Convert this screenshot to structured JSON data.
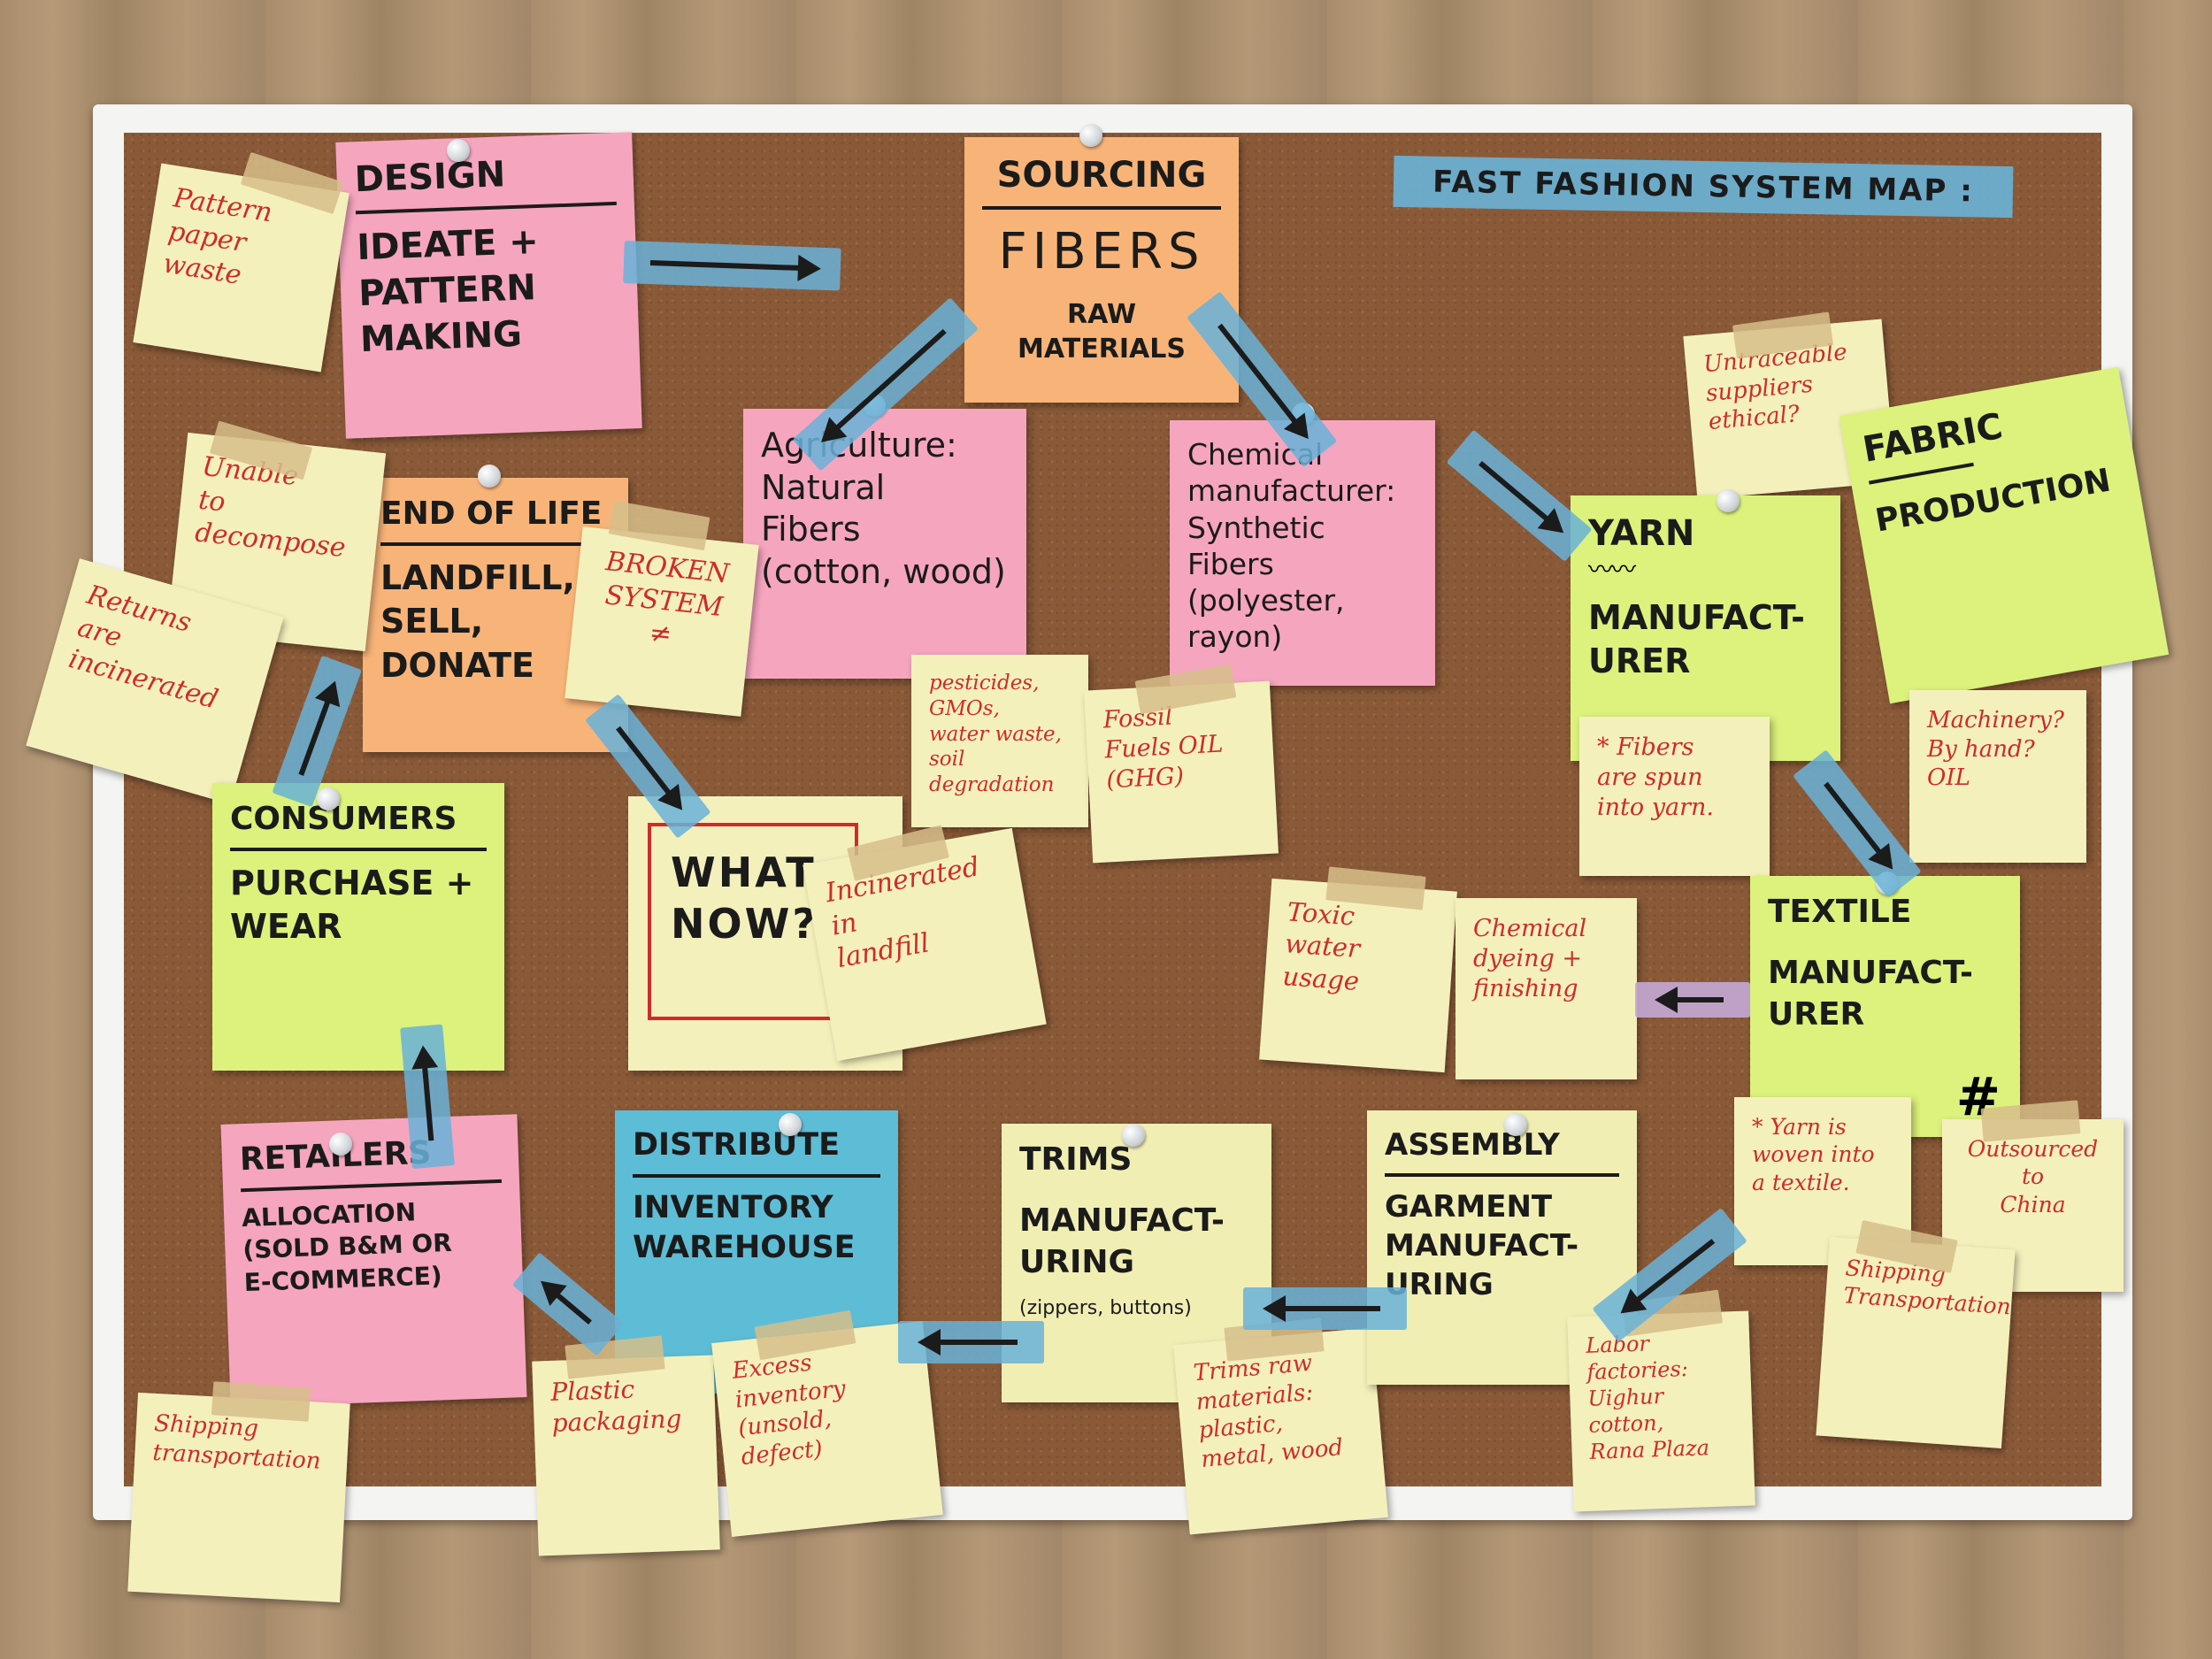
{
  "board_title": "FAST FASHION SYSTEM MAP :",
  "notes": {
    "design": {
      "title": "DESIGN",
      "body": "IDEATE +\nPATTERN\nMAKING"
    },
    "pattern_waste": {
      "text": "Pattern\npaper\nwaste"
    },
    "sourcing": {
      "title": "SOURCING",
      "big": "FIBERS",
      "body": "RAW MATERIALS"
    },
    "agriculture": {
      "text": "Agriculture:\nNatural\nFibers\n(cotton, wood)"
    },
    "chemical": {
      "text": "Chemical\nmanufacturer:\nSynthetic\nFibers\n(polyester, rayon)"
    },
    "pesticides": {
      "text": "pesticides,\nGMOs,\nwater waste,\nsoil degradation"
    },
    "fossil": {
      "text": "Fossil\nFuels OIL\n(GHG)"
    },
    "end_of_life": {
      "title": "END OF LIFE",
      "body": "LANDFILL,\nSELL,\nDONATE"
    },
    "unable": {
      "text": "Unable\nto\ndecompose"
    },
    "returns": {
      "text": "Returns\nare\nincinerated"
    },
    "broken": {
      "text": "BROKEN\nSYSTEM\n≠"
    },
    "what_now": {
      "text": "WHAT\nNOW?"
    },
    "incinerated": {
      "text": "Incinerated\nin\nlandfill"
    },
    "consumers": {
      "title": "CONSUMERS",
      "body": "PURCHASE +\nWEAR"
    },
    "untraceable": {
      "text": "Untraceable\nsuppliers\nethical?"
    },
    "fabric": {
      "title": "FABRIC",
      "body": "PRODUCTION"
    },
    "yarn": {
      "title": "YARN",
      "body": "MANUFACT-\nURER"
    },
    "fibers_spun": {
      "text": "* Fibers\nare spun\ninto yarn."
    },
    "machinery": {
      "text": "Machinery?\nBy hand?\nOIL"
    },
    "textile": {
      "title": "TEXTILE",
      "body": "MANUFACT-\nURER"
    },
    "yarn_woven": {
      "text": "* Yarn is\nwoven into\na textile."
    },
    "outsourced": {
      "text": "Outsourced\nto\nChina"
    },
    "shipping_right": {
      "text": "Shipping\nTransportation"
    },
    "toxic": {
      "text": "Toxic\nwater\nusage"
    },
    "dyeing": {
      "text": "Chemical\ndyeing +\nfinishing"
    },
    "retailers": {
      "title": "RETAILERS",
      "body": "ALLOCATION\n(SOLD B&M OR\nE-COMMERCE)"
    },
    "distribute": {
      "title": "DISTRIBUTE",
      "body": "INVENTORY\nWAREHOUSE"
    },
    "trims": {
      "title": "TRIMS",
      "body": "MANUFACT-\nURING",
      "sub": "(zippers, buttons)"
    },
    "assembly": {
      "title": "ASSEMBLY",
      "body": "GARMENT\nMANUFACT-\nURING"
    },
    "shipping_left": {
      "text": "Shipping\ntransportation"
    },
    "plastic": {
      "text": "Plastic\npackaging"
    },
    "excess": {
      "text": "Excess\ninventory\n(unsold, defect)"
    },
    "trims_raw": {
      "text": "Trims raw\nmaterials:\nplastic,\nmetal, wood"
    },
    "labor": {
      "text": "Labor\nfactories:\nUighur cotton,\nRana Plaza"
    }
  },
  "colors": {
    "pink": "#f6a5bf",
    "orange": "#f8b478",
    "green": "#dcf27c",
    "blue": "#5ebdd6",
    "cream": "#f4f0bc",
    "ink": "#1b1b1b",
    "red_ink": "#cf2b2b",
    "tape_blue": "#68b2d8",
    "cork": "#8a5a38"
  }
}
